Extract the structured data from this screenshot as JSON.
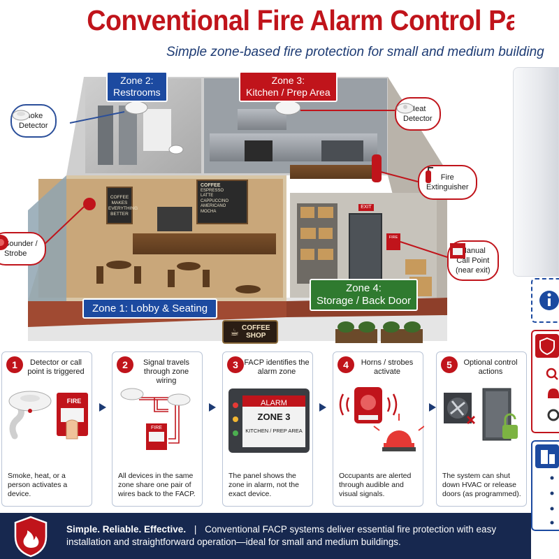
{
  "header": {
    "title": "Conventional Fire Alarm Control Panel",
    "subtitle": "Simple zone-based fire protection for small and medium building"
  },
  "zones": {
    "zone1": "Zone 1: Lobby & Seating",
    "zone2_line1": "Zone 2:",
    "zone2_line2": "Restrooms",
    "zone3_line1": "Zone 3:",
    "zone3_line2": "Kitchen / Prep Area",
    "zone4_line1": "Zone 4:",
    "zone4_line2": "Storage / Back Door"
  },
  "callouts": {
    "smoke_detector_1": "Smoke",
    "smoke_detector_2": "Detector",
    "heat_detector_1": "Heat",
    "heat_detector_2": "Detector",
    "fire_extinguisher_1": "Fire",
    "fire_extinguisher_2": "Extinguisher",
    "sounder_1": "Sounder /",
    "sounder_2": "Strobe",
    "call_point_1": "Manual",
    "call_point_2": "Call Point",
    "call_point_3": "(near exit)"
  },
  "scene_text": {
    "coffee_board": [
      "COFFEE",
      "MAKES",
      "EVERYTHING",
      "BETTER"
    ],
    "menu_title": "COFFEE",
    "menu_items": [
      "ESPRESSO",
      "LATTE",
      "CAPPUCCINO",
      "AMERICANO",
      "MOCHA"
    ],
    "exit_sign": "EXIT",
    "fire_box": "FIRE",
    "shop_sign_1": "COFFEE",
    "shop_sign_2": "SHOP"
  },
  "steps": [
    {
      "num": "1",
      "title": "Detector or call point is triggered",
      "badge": "FIRE",
      "desc": "Smoke, heat, or a person activates a device."
    },
    {
      "num": "2",
      "title": "Signal travels through zone wiring",
      "badge": "FIRE",
      "desc": "All devices in the same zone share one pair of wires back to the FACP."
    },
    {
      "num": "3",
      "title": "FACP identifies the alarm zone",
      "panel_alarm": "ALARM",
      "panel_zone": "ZONE 3",
      "panel_area": "KITCHEN / PREP AREA",
      "desc": "The panel shows the zone in alarm, not the exact device."
    },
    {
      "num": "4",
      "title": "Horns / strobes activate",
      "desc": "Occupants are alerted through audible and visual signals."
    },
    {
      "num": "5",
      "title": "Optional control actions",
      "desc": "The system can shut down HVAC or release doors (as programmed)."
    }
  ],
  "footer": {
    "lead": "Simple. Reliable. Effective.",
    "separator": "|",
    "text": "Conventional FACP systems deliver essential fire protection with easy installation and straightforward operation—ideal for small and medium buildings."
  },
  "colors": {
    "brand_red": "#c0141b",
    "brand_blue": "#1c4aa0",
    "navy": "#17284f",
    "zone_green": "#2f7a2f"
  }
}
